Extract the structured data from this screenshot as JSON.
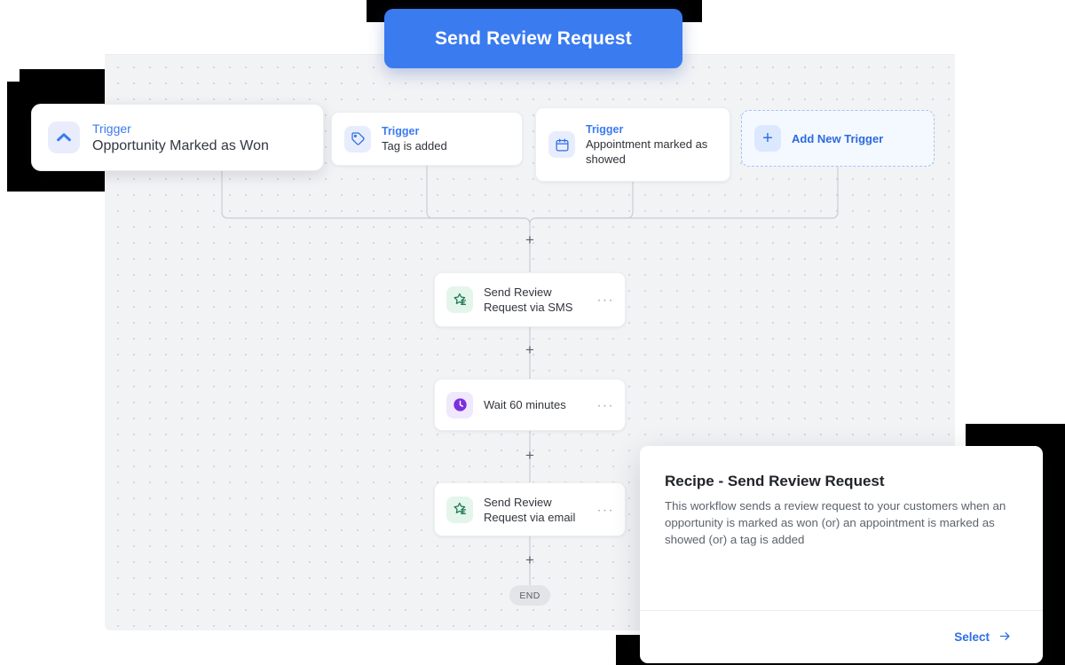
{
  "header": {
    "title": "Send Review Request"
  },
  "canvas": {
    "end_label": "END",
    "plus_label": "+"
  },
  "triggers": [
    {
      "label": "Trigger",
      "value": "Opportunity Marked as Won",
      "icon": "chevron-up-icon"
    },
    {
      "label": "Trigger",
      "value": "Tag is added",
      "icon": "tag-icon"
    },
    {
      "label": "Trigger",
      "value": "Appointment marked as showed",
      "icon": "calendar-icon"
    }
  ],
  "add_trigger": {
    "label": "Add New Trigger",
    "icon": "plus-icon"
  },
  "actions": [
    {
      "name": "Send Review Request via SMS",
      "icon": "review-star-icon",
      "menu": "···"
    },
    {
      "name": "Wait 60 minutes",
      "icon": "clock-icon",
      "menu": "···"
    },
    {
      "name": "Send Review Request via email",
      "icon": "review-star-icon",
      "menu": "···"
    }
  ],
  "recipe": {
    "title": "Recipe - Send Review Request",
    "description": "This workflow sends a review request to your customers when an opportunity is marked as won (or) an appointment is marked as showed (or) a tag is added",
    "select_label": "Select",
    "select_icon": "arrow-right-icon"
  },
  "colors": {
    "accent": "#3b7bf0",
    "link": "#2f6fe4",
    "canvas_bg": "#f2f3f5",
    "green_icon_bg": "#e4f6ec",
    "purple_icon": "#7c2fdc",
    "end_pill_bg": "#e2e4e8"
  }
}
